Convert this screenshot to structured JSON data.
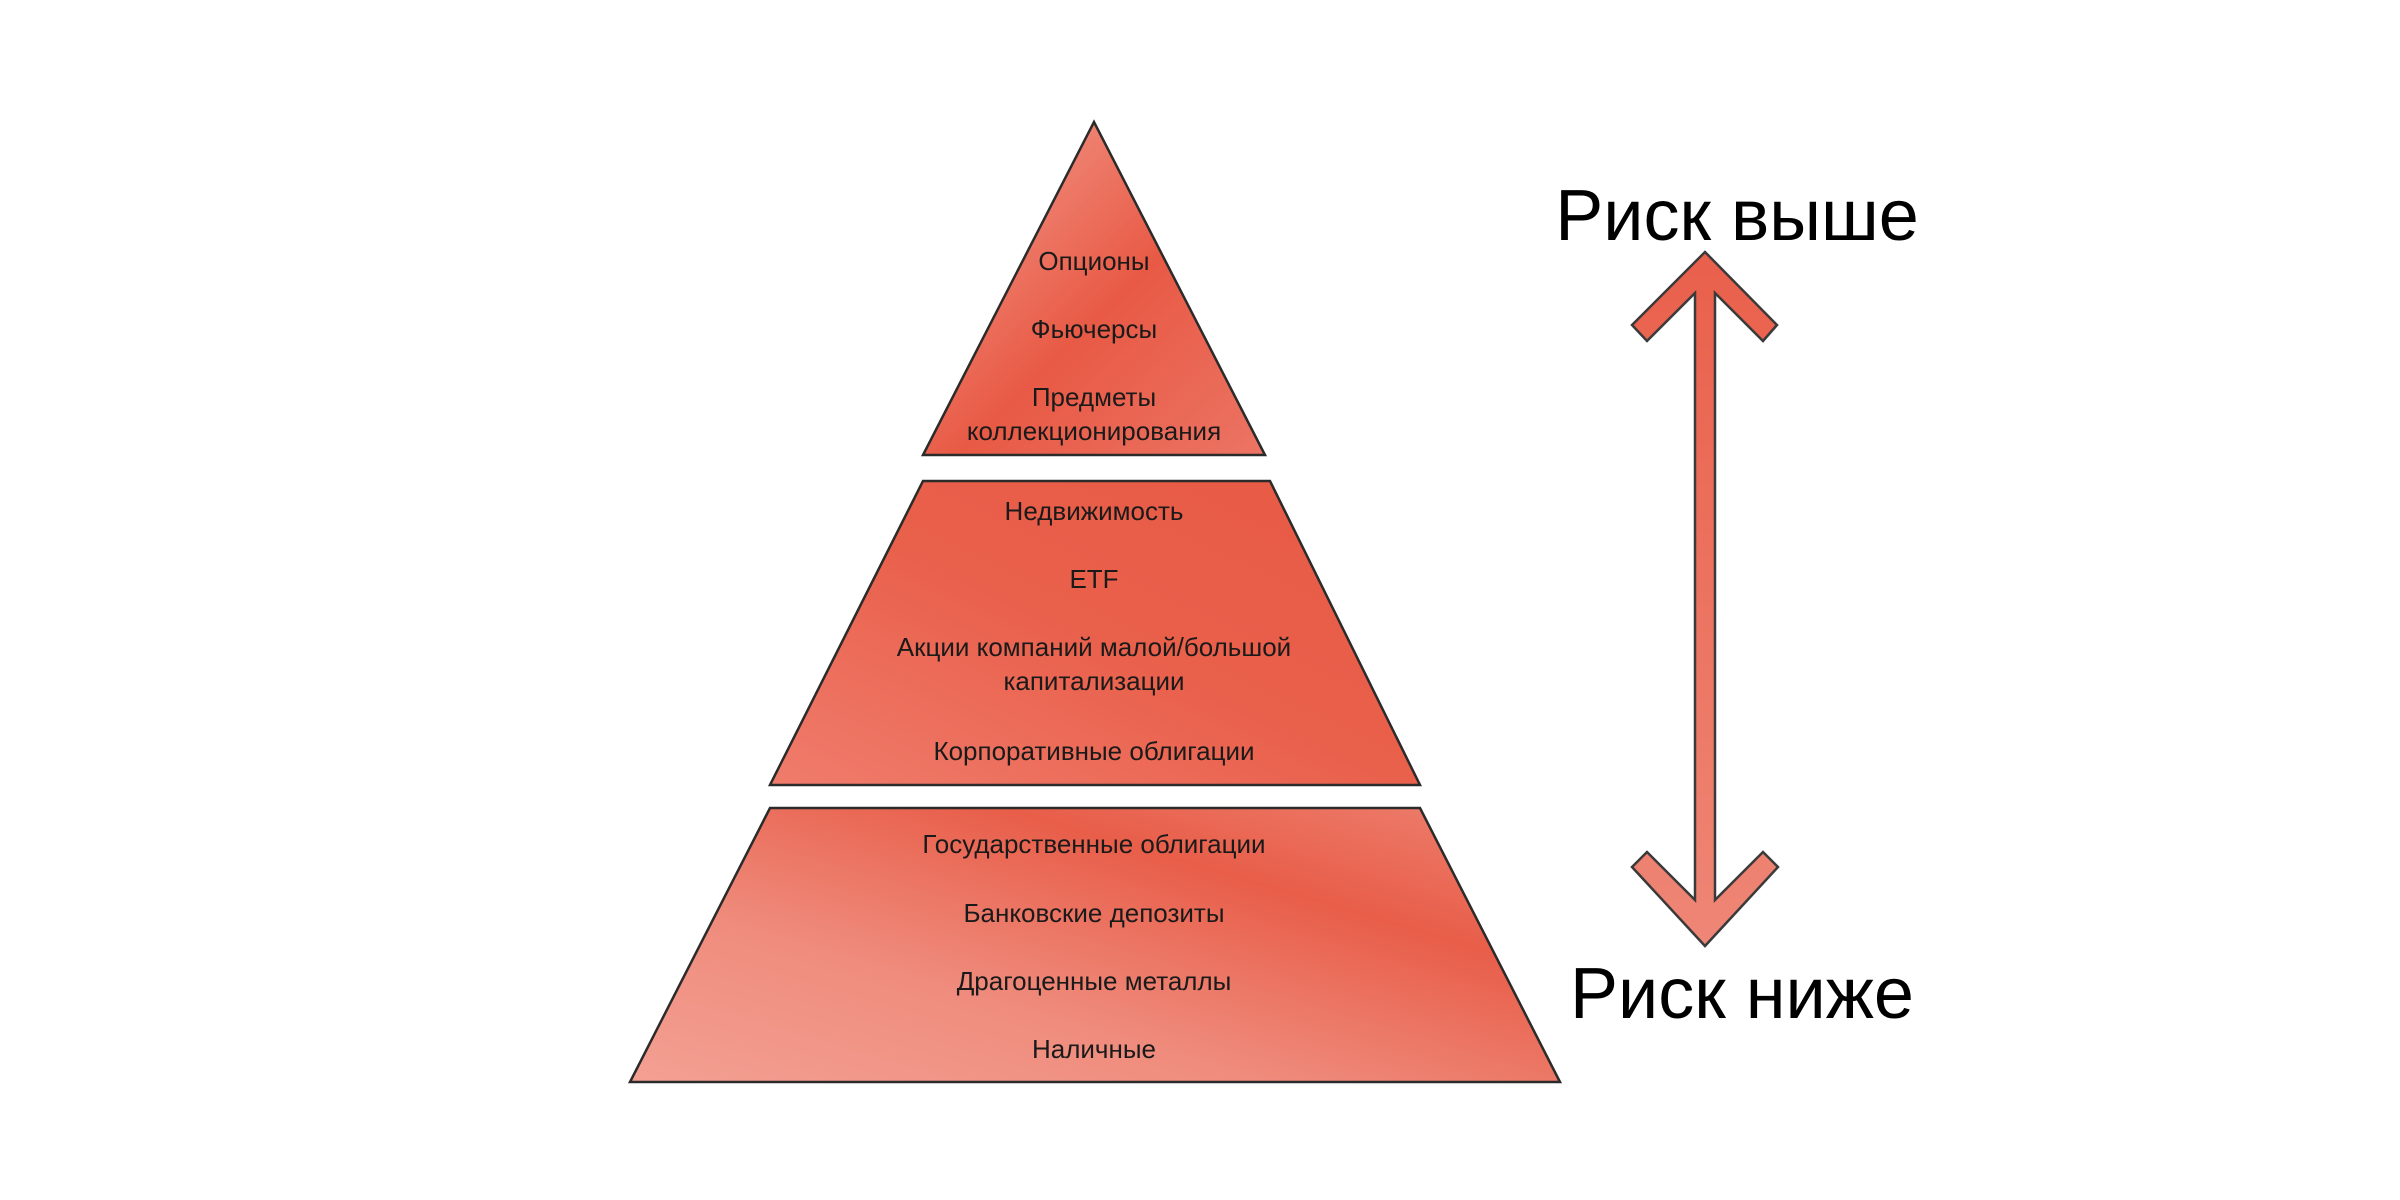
{
  "pyramid": {
    "top": {
      "items": [
        [
          "Опционы"
        ],
        [
          "Фьючерсы"
        ],
        [
          "Предметы",
          "коллекционирования"
        ]
      ]
    },
    "middle": {
      "items": [
        [
          "Недвижимость"
        ],
        [
          "ETF"
        ],
        [
          "Акции компаний малой/большой",
          "капитализации"
        ],
        [
          "Корпоративные облигации"
        ]
      ]
    },
    "bottom": {
      "items": [
        [
          "Государственные облигации"
        ],
        [
          "Банковские депозиты"
        ],
        [
          "Драгоценные металлы"
        ],
        [
          "Наличные"
        ]
      ]
    }
  },
  "risk_scale": {
    "high_label": "Риск выше",
    "low_label": "Риск ниже"
  },
  "colors": {
    "tier_fill_main": "#e85a45",
    "tier_fill_light": "#f4a093",
    "tier_stroke": "#2b2b2b",
    "arrow_fill": "#ea6a55",
    "arrow_stroke": "#3a3a3a"
  }
}
